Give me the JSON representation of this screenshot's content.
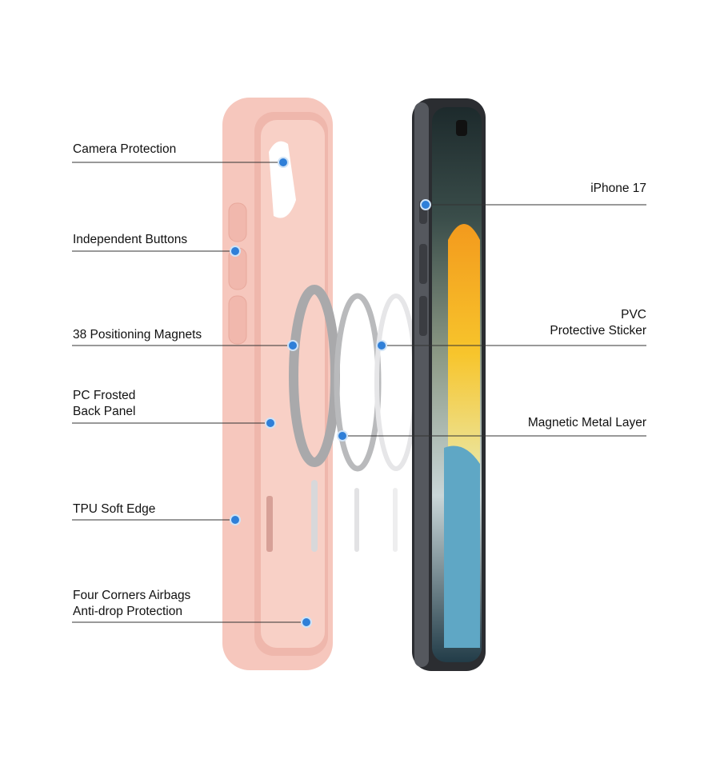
{
  "left_callouts": [
    {
      "lines": [
        "Camera Protection"
      ]
    },
    {
      "lines": [
        "Independent Buttons"
      ]
    },
    {
      "lines": [
        "38 Positioning Magnets"
      ]
    },
    {
      "lines": [
        "PC Frosted",
        "Back Panel"
      ]
    },
    {
      "lines": [
        "TPU Soft Edge"
      ]
    },
    {
      "lines": [
        "Four Corners Airbags",
        "Anti-drop Protection"
      ]
    }
  ],
  "right_callouts": [
    {
      "lines": [
        "iPhone 17"
      ]
    },
    {
      "lines": [
        "PVC",
        "Protective Sticker"
      ]
    },
    {
      "lines": [
        "Magnetic Metal Layer"
      ]
    }
  ],
  "colors": {
    "case": "#f6c7bd",
    "marker": "#2f7fd8",
    "phone_frame": "#2b2d31"
  }
}
